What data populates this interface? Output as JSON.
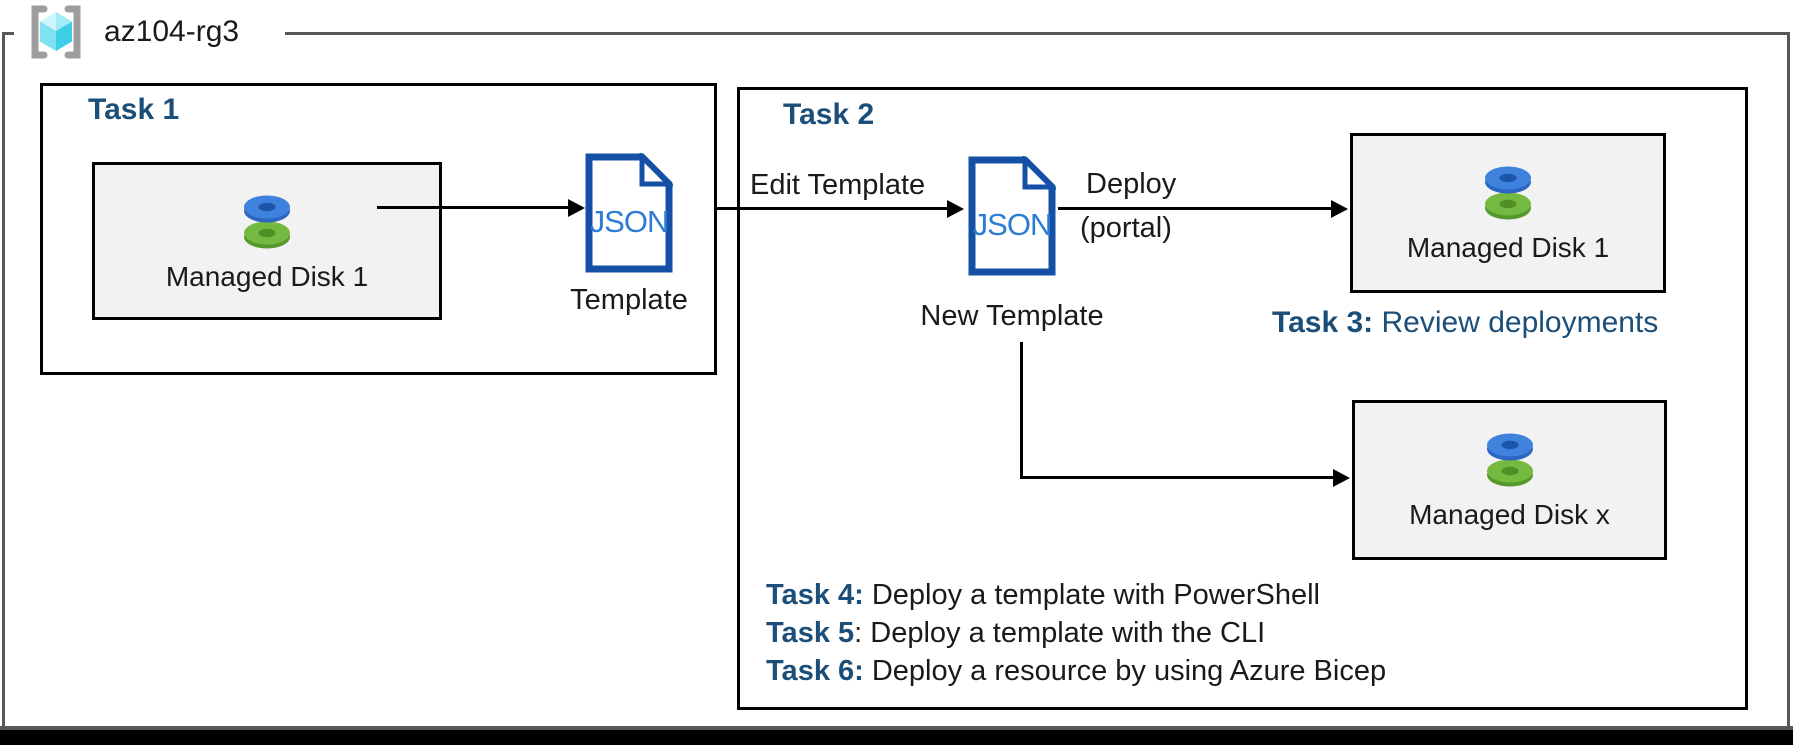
{
  "resource_group": {
    "name": "az104-rg3"
  },
  "task1": {
    "title": "Task 1",
    "disk_box_label": "Managed Disk 1",
    "template_caption": "Template"
  },
  "task2": {
    "title": "Task 2",
    "edit_template_arrow_label": "Edit Template",
    "new_template_caption": "New Template",
    "deploy_arrow_label_line1": "Deploy",
    "deploy_arrow_label_line2": "(portal)",
    "managed_disk_1_label": "Managed Disk 1",
    "managed_disk_x_label": "Managed Disk x",
    "task3_prefix": "Task 3:",
    "task3_text": " Review deployments",
    "task_list": [
      {
        "prefix": "Task 4:",
        "text": " Deploy a template with PowerShell"
      },
      {
        "prefix": "Task 5",
        "text": ": Deploy a template with the CLI"
      },
      {
        "prefix": "Task 6:",
        "text": " Deploy a resource by using Azure Bicep"
      }
    ]
  },
  "icons": {
    "resource_group_icon": "azure-resource-group",
    "managed_disk_icon": "azure-managed-disk",
    "json_file_icon": "json-document",
    "json_file_text": "JSON"
  },
  "colors": {
    "heading_navy": "#1b4e79",
    "json_border_blue": "#1450a5",
    "json_text_blue": "#2c7cd4",
    "disk_blue": "#3e82dd",
    "disk_green": "#74ba41",
    "cube_cyan": "#3ecfe8",
    "bracket_gray": "#9e9e9e",
    "outer_border_gray": "#595959",
    "md_box_bg": "#f2f2f2"
  }
}
